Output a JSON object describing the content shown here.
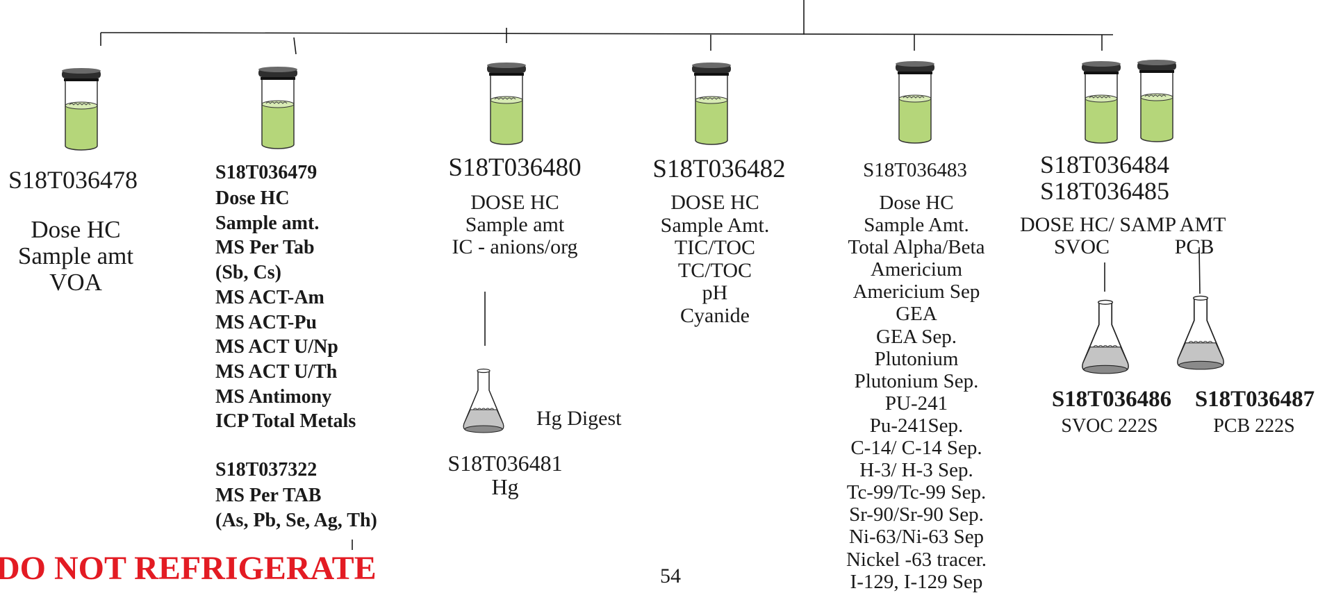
{
  "samples": [
    {
      "id": "S18T036478",
      "tests": [
        "Dose HC",
        "Sample amt",
        "VOA"
      ]
    },
    {
      "id": "S18T036479",
      "tests": [
        "Dose HC",
        "Sample amt.",
        "MS Per Tab",
        "(Sb, Cs)",
        "MS ACT-Am",
        "MS ACT-Pu",
        "MS ACT U/Np",
        "MS ACT U/Th",
        "MS Antimony",
        "ICP Total Metals"
      ],
      "sub_id": "S18T037322",
      "sub_tests": [
        "MS Per TAB",
        "(As, Pb, Se, Ag, Th)"
      ]
    },
    {
      "id": "S18T036480",
      "tests": [
        "DOSE HC",
        "Sample amt",
        "IC - anions/org"
      ]
    },
    {
      "id": "S18T036482",
      "tests": [
        "DOSE HC",
        "Sample Amt.",
        "TIC/TOC",
        "TC/TOC",
        "pH",
        "Cyanide"
      ]
    },
    {
      "id": "S18T036483",
      "tests": [
        "Dose HC",
        "Sample Amt.",
        "Total Alpha/Beta",
        "Americium",
        "Americium Sep",
        "GEA",
        "GEA Sep.",
        "Plutonium",
        "Plutonium Sep.",
        "PU-241",
        "Pu-241Sep.",
        "C-14/ C-14 Sep.",
        "H-3/ H-3 Sep.",
        "Tc-99/Tc-99 Sep.",
        "Sr-90/Sr-90 Sep.",
        "Ni-63/Ni-63 Sep",
        "Nickel -63 tracer.",
        "I-129, I-129 Sep"
      ]
    },
    {
      "id": "S18T036484",
      "id2": "S18T036485",
      "tests": [
        "DOSE HC/ SAMP AMT"
      ],
      "left_label": "SVOC",
      "right_label": "PCB"
    }
  ],
  "digest": {
    "label": "Hg Digest",
    "id": "S18T036481",
    "test": "Hg"
  },
  "flasks": [
    {
      "id": "S18T036486",
      "test": "SVOC 222S"
    },
    {
      "id": "S18T036487",
      "test": "PCB 222S"
    }
  ],
  "warning": "DO NOT REFRIGERATE",
  "page_number": "54",
  "colors": {
    "liquid": "#b5d67a",
    "cap": "#2e2e2e",
    "flask_liquid": "#c4c4c4",
    "warning": "#e31b23",
    "ink": "#1a1a1a"
  }
}
